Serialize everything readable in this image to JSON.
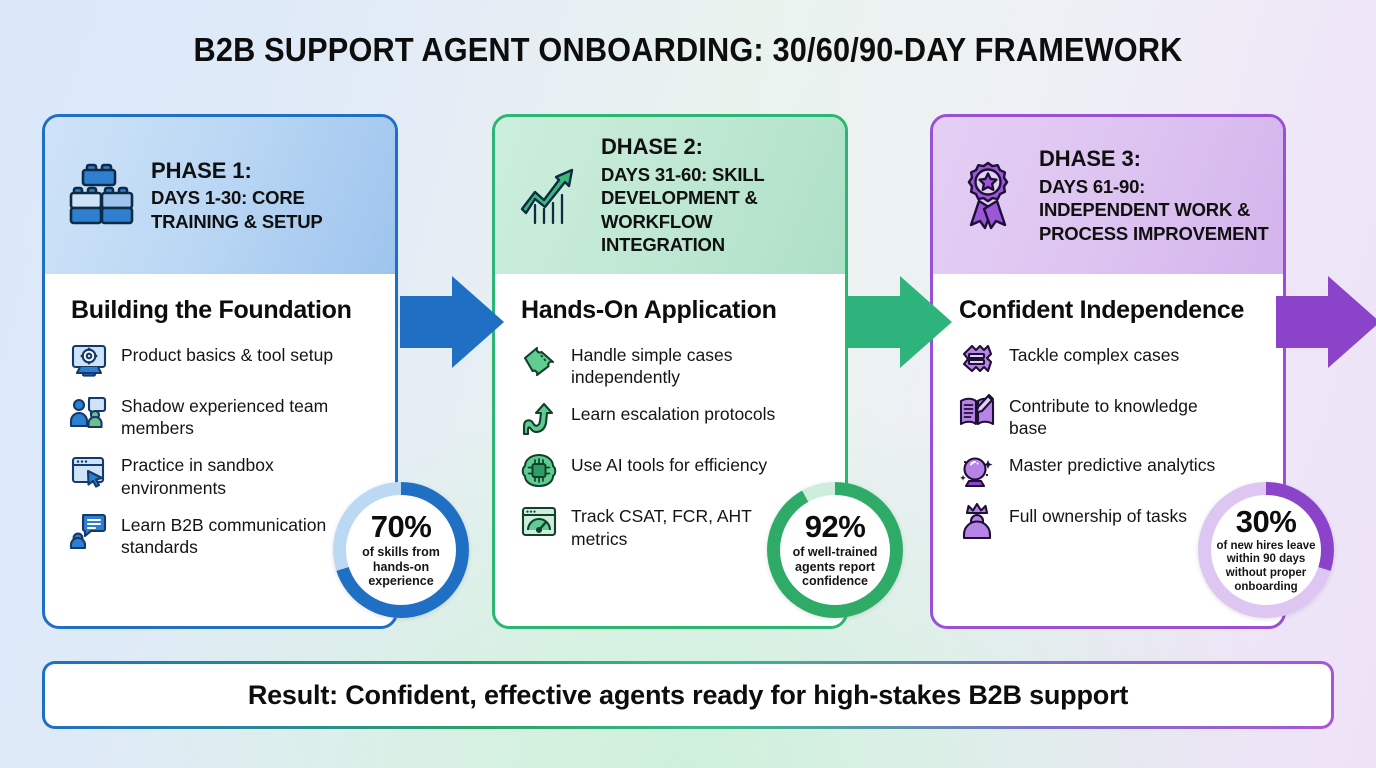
{
  "title": "B2B SUPPORT AGENT ONBOARDING: 30/60/90-DAY FRAMEWORK",
  "colors": {
    "phase1": "#1f6fc4",
    "phase1_light": "#a9cdf0",
    "phase2": "#2fab68",
    "phase2_light": "#cdeedd",
    "phase3": "#8b44c9",
    "phase3_light": "#ddc6f2",
    "background_left": "#dae8fa",
    "background_right": "#eee2f7"
  },
  "phases": [
    {
      "label": "PHASE 1:",
      "subtitle": "DAYS 1-30: CORE TRAINING & SETUP",
      "head_icon": "lego-bricks-icon",
      "body_title": "Building the Foundation",
      "items": [
        {
          "icon": "monitor-gear-icon",
          "text": "Product basics & tool setup"
        },
        {
          "icon": "people-chat-icon",
          "text": "Shadow experienced team members"
        },
        {
          "icon": "browser-cursor-icon",
          "text": "Practice in sandbox environments"
        },
        {
          "icon": "person-speech-bubble-icon",
          "text": "Learn B2B communication standards"
        }
      ],
      "stat": {
        "percent": "70%",
        "caption": "of skills from hands-on experience"
      }
    },
    {
      "label": "DHASE 2:",
      "subtitle": "DAYS 31-60: SKILL DEVELOPMENT & WORKFLOW INTEGRATION",
      "head_icon": "growth-chart-arrow-icon",
      "body_title": "Hands-On Application",
      "items": [
        {
          "icon": "ticket-icon",
          "text": "Handle simple cases independently"
        },
        {
          "icon": "escalation-arrow-icon",
          "text": "Learn escalation protocols"
        },
        {
          "icon": "brain-chip-icon",
          "text": "Use AI tools for efficiency"
        },
        {
          "icon": "gauge-dashboard-icon",
          "text": "Track CSAT, FCR, AHT metrics"
        }
      ],
      "stat": {
        "percent": "92%",
        "caption": "of well-trained agents report confidence"
      }
    },
    {
      "label": "DHASE 3:",
      "subtitle": "DAYS 61-90: INDEPENDENT WORK & PROCESS IMPROVEMENT",
      "head_icon": "award-ribbon-star-icon",
      "body_title": "Confident Independence",
      "items": [
        {
          "icon": "complex-ticket-icon",
          "text": "Tackle complex cases"
        },
        {
          "icon": "book-pencil-icon",
          "text": "Contribute to knowledge base"
        },
        {
          "icon": "crystal-ball-icon",
          "text": "Master predictive analytics"
        },
        {
          "icon": "crown-person-icon",
          "text": "Full ownership of tasks"
        }
      ],
      "stat": {
        "percent": "30%",
        "caption": "of new hires leave within 90 days without proper onboarding"
      }
    }
  ],
  "arrows": [
    {
      "name": "arrow-phase1-to-phase2",
      "color": "#1f6fc4"
    },
    {
      "name": "arrow-phase2-to-phase3",
      "color": "#2fab68"
    },
    {
      "name": "arrow-phase3-to-result",
      "color": "#8b44c9"
    }
  ],
  "result": {
    "text": "Result: Confident, effective agents ready for high-stakes B2B support"
  },
  "chart_data": [
    {
      "type": "pie",
      "title": "70% of skills from hands-on experience",
      "categories": [
        "hands-on experience",
        "other"
      ],
      "values": [
        70,
        30
      ],
      "colors": [
        "#1f6fc4",
        "#bcd9f4"
      ]
    },
    {
      "type": "pie",
      "title": "92% of well-trained agents report confidence",
      "categories": [
        "report confidence",
        "other"
      ],
      "values": [
        92,
        8
      ],
      "colors": [
        "#2fab68",
        "#cdeedd"
      ]
    },
    {
      "type": "pie",
      "title": "30% of new hires leave within 90 days without proper onboarding",
      "categories": [
        "leave within 90 days",
        "retained"
      ],
      "values": [
        30,
        70
      ],
      "colors": [
        "#8b44c9",
        "#ddc6f2"
      ]
    }
  ]
}
